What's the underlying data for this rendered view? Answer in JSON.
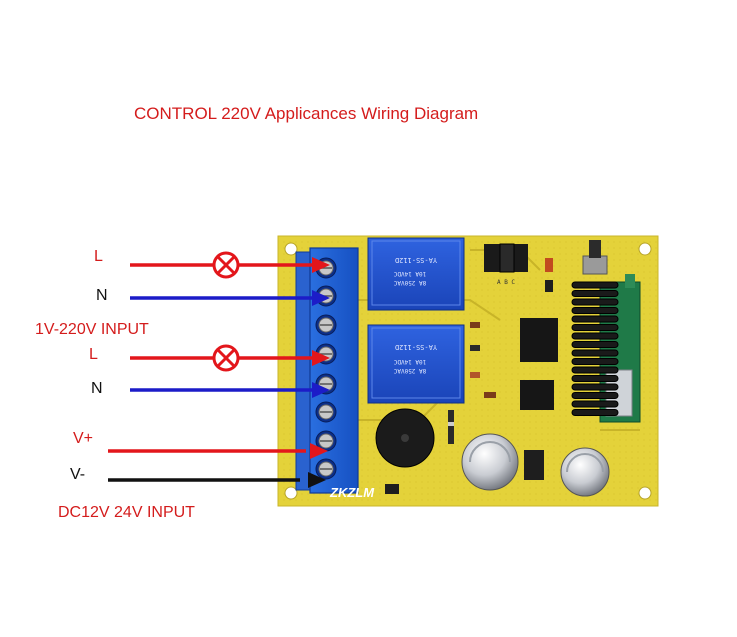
{
  "diagram": {
    "title": "CONTROL 220V Applicances Wiring Diagram",
    "labels": {
      "l1": "L",
      "n1": "N",
      "ac_input": "1V-220V INPUT",
      "l2": "L",
      "n2": "N",
      "vplus": "V+",
      "vminus": "V-",
      "dc_input": "DC12V 24V   INPUT"
    },
    "board": {
      "relay_text_top": "YA-SS-112D",
      "relay_text_bottom": "YA-SS-112D",
      "relay_rating_1": "10A 14VDC",
      "relay_rating_2": "8A 250VAC",
      "brand": "ZKZLM",
      "jumper_labels": "A B C"
    },
    "colors": {
      "live_wire": "#e3161b",
      "neutral_wire": "#1c1cc8",
      "ground_wire": "#111111",
      "board": "#e6d43c",
      "terminal_block": "#1f64d6",
      "relay": "#1d4fd0",
      "lamp": "#e3161b"
    }
  }
}
